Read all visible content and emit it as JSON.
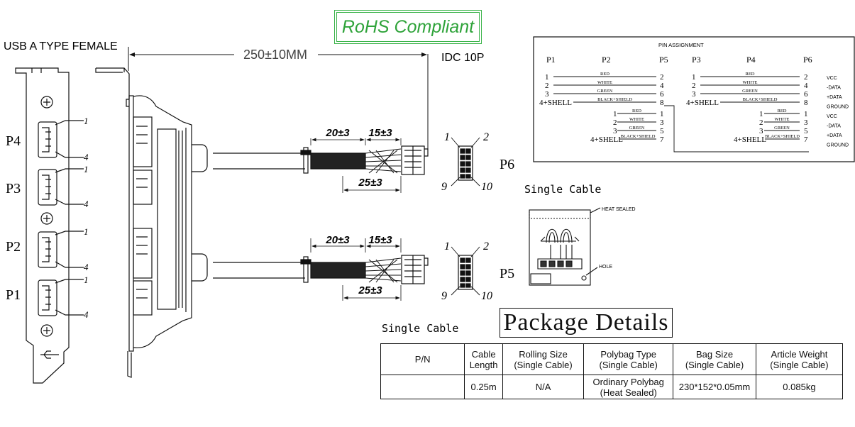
{
  "header": {
    "rohs_label": "RoHS Compliant",
    "connector_left_title": "USB A TYPE FEMALE",
    "connector_right_title": "IDC 10P",
    "length_dim": "250±10MM"
  },
  "bracket": {
    "ports": [
      {
        "label": "P4",
        "pin_top": "1",
        "pin_bottom": "4"
      },
      {
        "label": "P3",
        "pin_top": "1",
        "pin_bottom": "4"
      },
      {
        "label": "P2",
        "pin_top": "1",
        "pin_bottom": "4"
      },
      {
        "label": "P1",
        "pin_top": "1",
        "pin_bottom": "4"
      }
    ]
  },
  "cables": [
    {
      "dim_a": "20±3",
      "dim_b": "15±3",
      "dim_c": "25±3",
      "connector": "P6",
      "pin_tl": "1",
      "pin_tr": "2",
      "pin_bl": "9",
      "pin_br": "10"
    },
    {
      "dim_a": "20±3",
      "dim_b": "15±3",
      "dim_c": "25±3",
      "connector": "P5",
      "pin_tl": "1",
      "pin_tr": "2",
      "pin_bl": "9",
      "pin_br": "10"
    }
  ],
  "pin_assignment": {
    "title": "PIN ASSIGNMENT",
    "headers": [
      "P1",
      "P2",
      "P5",
      "P3",
      "P4",
      "P6"
    ],
    "left_group": {
      "upper": [
        {
          "pin_l": "1",
          "wire": "RED",
          "pin_r": "2"
        },
        {
          "pin_l": "2",
          "wire": "WHITE",
          "pin_r": "4"
        },
        {
          "pin_l": "3",
          "wire": "GREEN",
          "pin_r": "6"
        },
        {
          "pin_l": "4+SHELL",
          "wire": "BLACK+SHIELD",
          "pin_r": "8"
        }
      ],
      "lower": [
        {
          "pin_l": "1",
          "wire": "RED",
          "pin_r": "1"
        },
        {
          "pin_l": "2",
          "wire": "WHITE",
          "pin_r": "3"
        },
        {
          "pin_l": "3",
          "wire": "GREEN",
          "pin_r": "5"
        },
        {
          "pin_l": "4+SHELL",
          "wire": "BLACK+SHIELD",
          "pin_r": "7"
        }
      ]
    },
    "right_group": {
      "upper": [
        {
          "pin_l": "1",
          "wire": "RED",
          "pin_r": "2"
        },
        {
          "pin_l": "2",
          "wire": "WHITE",
          "pin_r": "4"
        },
        {
          "pin_l": "3",
          "wire": "GREEN",
          "pin_r": "6"
        },
        {
          "pin_l": "4+SHELL",
          "wire": "BLACK+SHIELD",
          "pin_r": "8"
        }
      ],
      "lower": [
        {
          "pin_l": "1",
          "wire": "RED",
          "pin_r": "1"
        },
        {
          "pin_l": "2",
          "wire": "WHITE",
          "pin_r": "3"
        },
        {
          "pin_l": "3",
          "wire": "GREEN",
          "pin_r": "5"
        },
        {
          "pin_l": "4+SHELL",
          "wire": "BLACK+SHIELD",
          "pin_r": "7"
        }
      ]
    },
    "signals": [
      "VCC",
      "-DATA",
      "+DATA",
      "GROUND",
      "VCC",
      "-DATA",
      "+DATA",
      "GROUND"
    ]
  },
  "packaging_view": {
    "label_top": "Single Cable",
    "heat_sealed": "HEAT SEALED",
    "hole": "HOLE",
    "label_bottom": "Single Cable"
  },
  "package_details": {
    "title": "Package Details",
    "columns": [
      {
        "line1": "P/N",
        "line2": ""
      },
      {
        "line1": "Cable",
        "line2": "Length"
      },
      {
        "line1": "Rolling Size",
        "line2": "(Single Cable)"
      },
      {
        "line1": "Polybag Type",
        "line2": "(Single Cable)"
      },
      {
        "line1": "Bag Size",
        "line2": "(Single Cable)"
      },
      {
        "line1": "Article Weight",
        "line2": "(Single Cable)"
      }
    ],
    "row": [
      {
        "line1": "",
        "line2": ""
      },
      {
        "line1": "0.25m",
        "line2": ""
      },
      {
        "line1": "N/A",
        "line2": ""
      },
      {
        "line1": "Ordinary Polybag",
        "line2": "(Heat Sealed)"
      },
      {
        "line1": "230*152*0.05mm",
        "line2": ""
      },
      {
        "line1": "0.085kg",
        "line2": ""
      }
    ]
  },
  "colors": {
    "ink": "#111111",
    "rohs_green": "#2fa33a"
  }
}
